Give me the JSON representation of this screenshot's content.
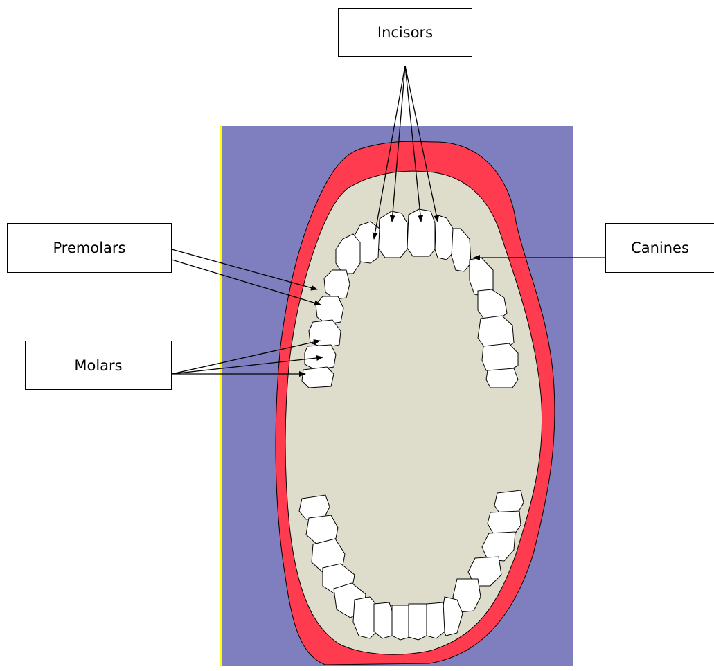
{
  "labels": {
    "incisors": "Incisors",
    "premolars": "Premolars",
    "molars": "Molars",
    "canines": "Canines"
  },
  "colors": {
    "background_panel": "#7f7fbf",
    "lips": "#ff3b50",
    "mouth_interior": "#deddcb",
    "teeth": "#ffffff",
    "outline": "#000000",
    "panel_left_edge": "#ffff00"
  }
}
